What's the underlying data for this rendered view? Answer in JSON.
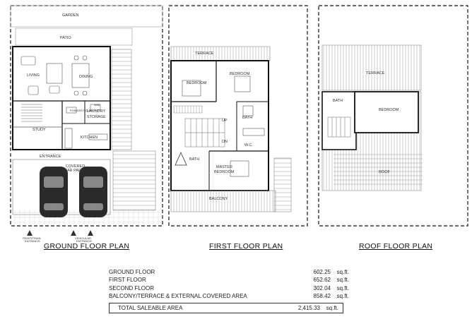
{
  "ground_floor": {
    "title": "GROUND FLOOR PLAN",
    "rooms": {
      "garden": "GARDEN",
      "patio": "PATIO",
      "living": "LIVING",
      "dining": "DINING",
      "powder": "POWDER ROOM",
      "wm": "W/M",
      "laundry": "LAUNDRY",
      "storage": "STORAGE",
      "study": "STUDY",
      "kitchen": "KITCHEN",
      "entrance": "ENTRANCE",
      "covered": "COVERED",
      "car_park": "CAR PARK",
      "ped_entrance_1": "PEDESTRIAN",
      "ped_entrance_2": "ENTRANCE",
      "veh_entrance_1": "VEHICULAR",
      "veh_entrance_2": "ENTRANCE"
    }
  },
  "first_floor": {
    "title": "FIRST FLOOR PLAN",
    "rooms": {
      "terrace": "TERRACE",
      "bedroom_a": "BEDROOM",
      "bedroom_b": "BEDROOM",
      "bath_a": "BATH",
      "up": "UP",
      "dn": "DN",
      "wc": "W.C.",
      "bath_b": "BATH",
      "master": "MASTER",
      "master_bed": "BEDROOM",
      "balcony": "BALCONY"
    }
  },
  "roof_floor": {
    "title": "ROOF FLOOR PLAN",
    "rooms": {
      "terrace": "TERRACE",
      "bath": "BATH",
      "bedroom": "BEDROOM",
      "roof": "ROOF"
    }
  },
  "areas": [
    {
      "name": "GROUND FLOOR",
      "value": "602.25",
      "unit": "sq.ft."
    },
    {
      "name": "FIRST FLOOR",
      "value": "652.62",
      "unit": "sq.ft."
    },
    {
      "name": "SECOND FLOOR",
      "value": "302.04",
      "unit": "sq.ft."
    },
    {
      "name": "BALCONY/TERRACE & EXTERNAL COVERED  AREA",
      "value": "858.42",
      "unit": "sq.ft."
    }
  ],
  "total": {
    "name": "TOTAL SALEABLE AREA",
    "value": "2,415.33",
    "unit": "sq.ft."
  }
}
